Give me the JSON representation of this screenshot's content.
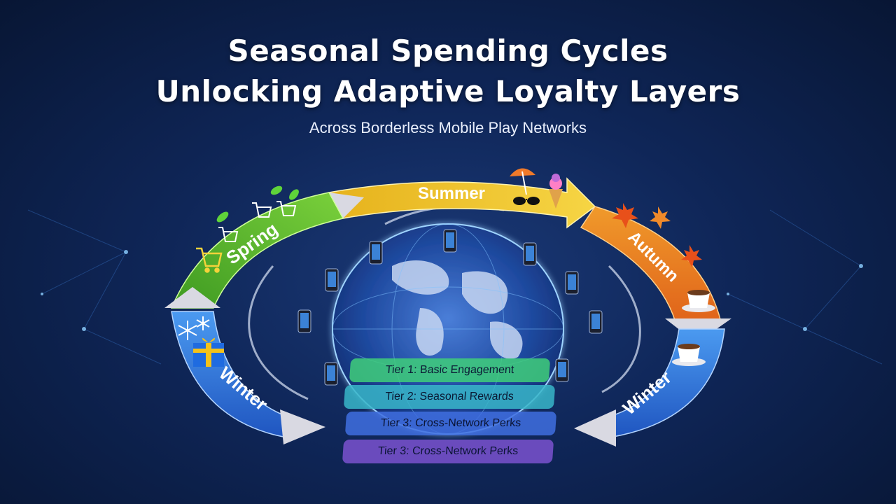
{
  "header": {
    "title_line1": "Seasonal Spending Cycles",
    "title_line2": "Unlocking Adaptive Loyalty Layers",
    "subtitle": "Across Borderless Mobile Play Networks"
  },
  "seasons": {
    "spring": "Spring",
    "summer": "Summer",
    "autumn": "Autumn",
    "winter_left": "Winter",
    "winter_right": "Winter"
  },
  "tiers": [
    {
      "label": "Tier 1: Basic Engagement",
      "color": "#3fcf7a"
    },
    {
      "label": "Tier 2: Seasonal Rewards",
      "color": "#38b6c9"
    },
    {
      "label": "Tier 3: Cross-Network Perks",
      "color": "#3f6fe0"
    },
    {
      "label": "Tier 3: Cross-Network Perks",
      "color": "#7a52cf"
    }
  ],
  "colors": {
    "spring": "#5ab52f",
    "summer": "#f1c22a",
    "autumn": "#ef7d1f",
    "winter": "#2f74d9",
    "background": "#0f2658"
  },
  "icons": [
    "cart-icon",
    "leaf-icon",
    "umbrella-icon",
    "sunglasses-icon",
    "ice-cream-icon",
    "maple-leaf-icon",
    "coffee-cup-icon",
    "snowflake-icon",
    "gift-icon",
    "smartphone-icon",
    "globe-icon"
  ]
}
